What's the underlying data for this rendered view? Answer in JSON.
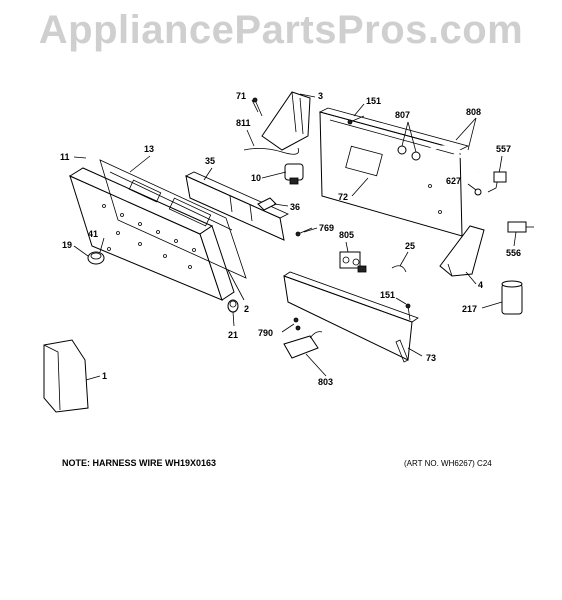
{
  "watermark": "AppliancePartsPros.com",
  "note": "NOTE: HARNESS WIRE WH19X0163",
  "art_no": "(ART NO. WH6267) C24",
  "callouts": [
    {
      "id": "c71",
      "text": "71"
    },
    {
      "id": "c3",
      "text": "3"
    },
    {
      "id": "c151a",
      "text": "151"
    },
    {
      "id": "c807",
      "text": "807"
    },
    {
      "id": "c808",
      "text": "808"
    },
    {
      "id": "c811",
      "text": "811"
    },
    {
      "id": "c11",
      "text": "11"
    },
    {
      "id": "c13",
      "text": "13"
    },
    {
      "id": "c35",
      "text": "35"
    },
    {
      "id": "c10",
      "text": "10"
    },
    {
      "id": "c72",
      "text": "72"
    },
    {
      "id": "c557",
      "text": "557"
    },
    {
      "id": "c627",
      "text": "627"
    },
    {
      "id": "c36",
      "text": "36"
    },
    {
      "id": "c769",
      "text": "769"
    },
    {
      "id": "c805",
      "text": "805"
    },
    {
      "id": "c25",
      "text": "25"
    },
    {
      "id": "c41",
      "text": "41"
    },
    {
      "id": "c19",
      "text": "19"
    },
    {
      "id": "c556",
      "text": "556"
    },
    {
      "id": "c4",
      "text": "4"
    },
    {
      "id": "c2",
      "text": "2"
    },
    {
      "id": "c151b",
      "text": "151"
    },
    {
      "id": "c217",
      "text": "217"
    },
    {
      "id": "c21",
      "text": "21"
    },
    {
      "id": "c790",
      "text": "790"
    },
    {
      "id": "c73",
      "text": "73"
    },
    {
      "id": "c1",
      "text": "1"
    },
    {
      "id": "c803",
      "text": "803"
    }
  ]
}
